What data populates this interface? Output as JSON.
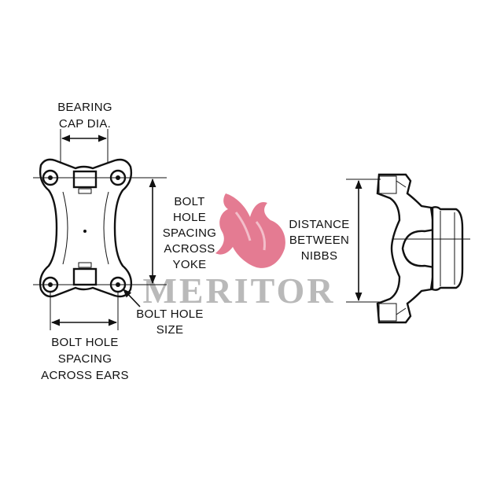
{
  "labels": {
    "bearing_cap_line1": "BEARING",
    "bearing_cap_line2": "CAP DIA.",
    "bolt_spacing_yoke_line1": "BOLT",
    "bolt_spacing_yoke_line2": "HOLE",
    "bolt_spacing_yoke_line3": "SPACING",
    "bolt_spacing_yoke_line4": "ACROSS",
    "bolt_spacing_yoke_line5": "YOKE",
    "bolt_hole_size_line1": "BOLT HOLE",
    "bolt_hole_size_line2": "SIZE",
    "bolt_spacing_ears_line1": "BOLT HOLE",
    "bolt_spacing_ears_line2": "SPACING",
    "bolt_spacing_ears_line3": "ACROSS EARS",
    "distance_nibbs_line1": "DISTANCE",
    "distance_nibbs_line2": "BETWEEN",
    "distance_nibbs_line3": "NIBBS"
  },
  "watermark": {
    "text": "MERITOR",
    "brand_color": "#e0657f",
    "text_color": "#b9b9b9"
  },
  "icons": {
    "logo": "meritor-bull-logo-icon"
  }
}
